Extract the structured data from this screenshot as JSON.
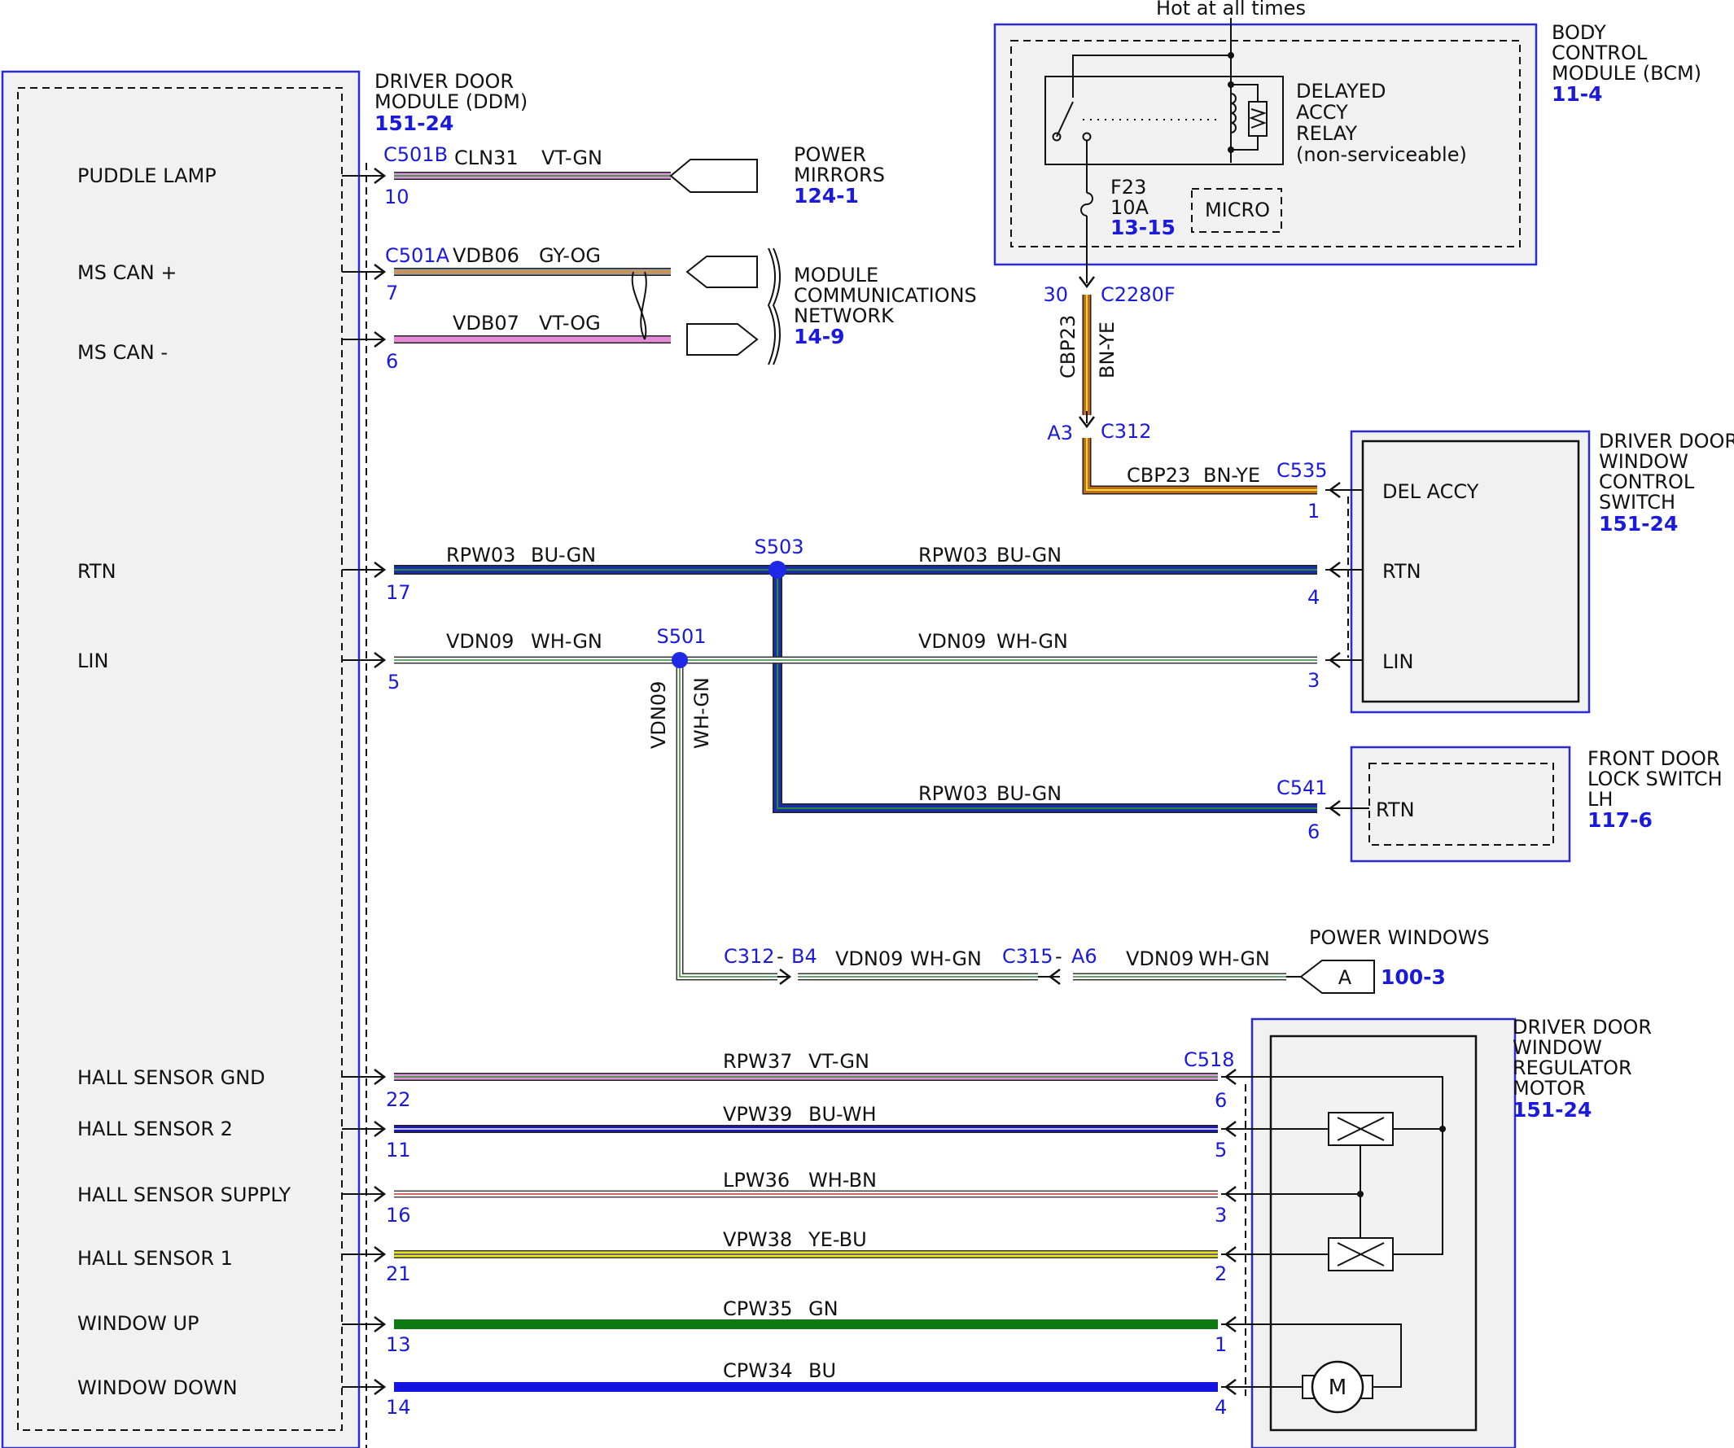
{
  "hot_label": "Hot at all times",
  "ddm": {
    "title": [
      "DRIVER DOOR",
      "MODULE (DDM)"
    ],
    "ref": "151-24",
    "pins": [
      "PUDDLE LAMP",
      "MS CAN +",
      "MS CAN -",
      "RTN",
      "LIN",
      "HALL SENSOR GND",
      "HALL SENSOR 2",
      "HALL SENSOR SUPPLY",
      "HALL SENSOR 1",
      "WINDOW UP",
      "WINDOW DOWN"
    ]
  },
  "bcm": {
    "title": [
      "BODY",
      "CONTROL",
      "MODULE (BCM)"
    ],
    "ref": "11-4",
    "relay": [
      "DELAYED",
      "ACCY",
      "RELAY",
      "(non-serviceable)"
    ],
    "micro": "MICRO",
    "fuse": "F23",
    "fuse_rating": "10A",
    "fuse_ref": "13-15"
  },
  "mirrors": {
    "title": [
      "POWER",
      "MIRRORS"
    ],
    "ref": "124-1"
  },
  "network": {
    "title": [
      "MODULE",
      "COMMUNICATIONS",
      "NETWORK"
    ],
    "ref": "14-9"
  },
  "window_switch": {
    "title": [
      "DRIVER DOOR",
      "WINDOW",
      "CONTROL",
      "SWITCH"
    ],
    "ref": "151-24",
    "pins": [
      "DEL ACCY",
      "RTN",
      "LIN"
    ]
  },
  "lock_switch": {
    "title": [
      "FRONT DOOR",
      "LOCK SWITCH",
      "LH"
    ],
    "ref": "117-6",
    "pin": "RTN"
  },
  "power_windows": {
    "title": "POWER WINDOWS",
    "tag": "A",
    "ref": "100-3"
  },
  "motor": {
    "title": [
      "DRIVER DOOR",
      "WINDOW",
      "REGULATOR",
      "MOTOR"
    ],
    "ref": "151-24",
    "symbol": "M"
  },
  "wires": {
    "puddle": {
      "connector": "C501B",
      "pin": "10",
      "circuit": "CLN31",
      "color": "VT-GN"
    },
    "can_plus": {
      "connector": "C501A",
      "pin": "7",
      "circuit": "VDB06",
      "color": "GY-OG"
    },
    "can_minus": {
      "pin": "6",
      "circuit": "VDB07",
      "color": "VT-OG"
    },
    "bcm_feed": {
      "pin_top": "30",
      "conn_top": "C2280F",
      "circuit": "CBP23",
      "color": "BN-YE",
      "pin_bottom": "A3",
      "conn_bottom": "C312"
    },
    "del_accy": {
      "circuit": "CBP23",
      "color": "BN-YE",
      "connector": "C535",
      "pin": "1"
    },
    "rtn": {
      "pin_ddm": "17",
      "circuit": "RPW03",
      "color": "BU-GN",
      "splice": "S503",
      "pin_switch": "4"
    },
    "lin": {
      "pin_ddm": "5",
      "circuit": "VDN09",
      "color": "WH-GN",
      "splice": "S501",
      "pin_switch": "3"
    },
    "lock_rtn": {
      "circuit": "RPW03",
      "color": "BU-GN",
      "connector": "C541",
      "pin": "6"
    },
    "lin_branch": {
      "circuit": "VDN09",
      "color": "WH-GN",
      "conn1": "C312",
      "pin1": "B4",
      "conn2": "C315",
      "pin2": "A6",
      "sep": "-"
    },
    "hall_gnd": {
      "pin_ddm": "22",
      "circuit": "RPW37",
      "color": "VT-GN",
      "connector": "C518",
      "pin_motor": "6"
    },
    "hall_2": {
      "pin_ddm": "11",
      "circuit": "VPW39",
      "color": "BU-WH",
      "pin_motor": "5"
    },
    "hall_supply": {
      "pin_ddm": "16",
      "circuit": "LPW36",
      "color": "WH-BN",
      "pin_motor": "3"
    },
    "hall_1": {
      "pin_ddm": "21",
      "circuit": "VPW38",
      "color": "YE-BU",
      "pin_motor": "2"
    },
    "win_up": {
      "pin_ddm": "13",
      "circuit": "CPW35",
      "color": "GN",
      "pin_motor": "1"
    },
    "win_down": {
      "pin_ddm": "14",
      "circuit": "CPW34",
      "color": "BU",
      "pin_motor": "4"
    }
  }
}
